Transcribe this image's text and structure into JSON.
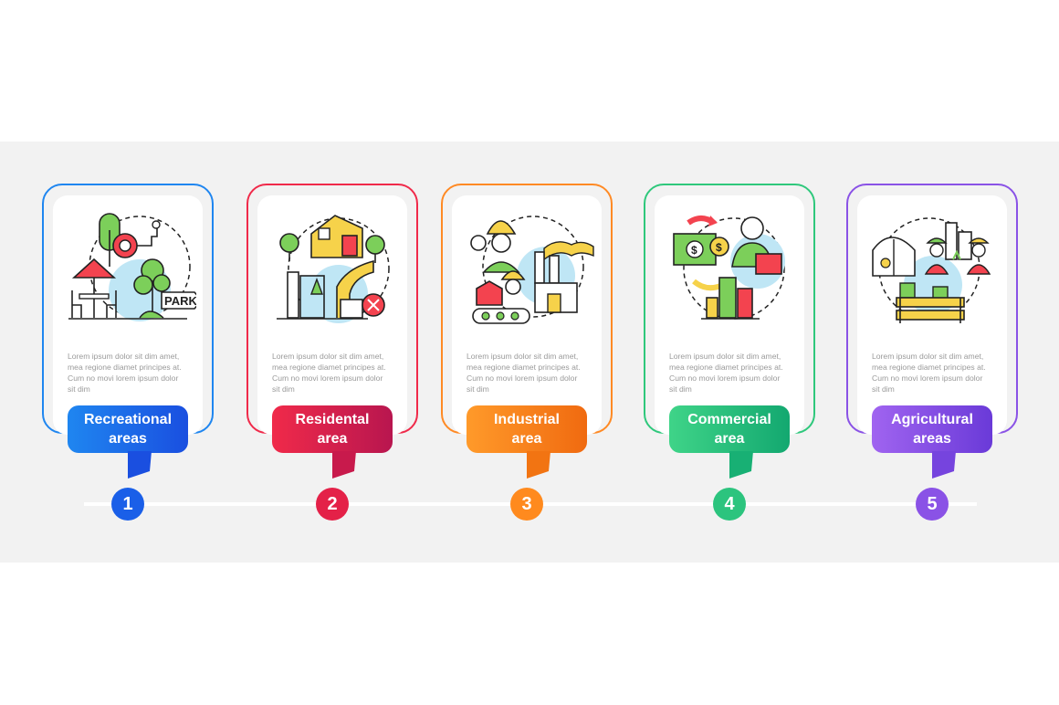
{
  "steps": [
    {
      "number": "1",
      "title_line1": "Recreational",
      "title_line2": "areas",
      "description": "Lorem ipsum dolor sit dim amet, mea regione diamet principes at. Cum no movi lorem ipsum dolor sit dim",
      "sign_text": "PARK",
      "icon": "recreational-park-icon",
      "color_start": "#1f86f0",
      "color_end": "#1a4fe0"
    },
    {
      "number": "2",
      "title_line1": "Residental",
      "title_line2": "area",
      "description": "Lorem ipsum dolor sit dim amet, mea regione diamet principes at. Cum no movi lorem ipsum dolor sit dim",
      "icon": "residential-houses-icon",
      "color_start": "#f02a4a",
      "color_end": "#b8164f"
    },
    {
      "number": "3",
      "title_line1": "Industrial",
      "title_line2": "area",
      "description": "Lorem ipsum dolor sit dim amet, mea regione diamet principes at. Cum no movi lorem ipsum dolor sit dim",
      "icon": "industrial-factory-icon",
      "color_start": "#ff9a2a",
      "color_end": "#f06a10"
    },
    {
      "number": "4",
      "title_line1": "Commercial",
      "title_line2": "area",
      "description": "Lorem ipsum dolor sit dim amet, mea regione diamet principes at. Cum no movi lorem ipsum dolor sit dim",
      "icon": "commercial-business-icon",
      "color_start": "#3fd488",
      "color_end": "#13a870"
    },
    {
      "number": "5",
      "title_line1": "Agricultural",
      "title_line2": "areas",
      "description": "Lorem ipsum dolor sit dim amet, mea regione diamet principes at. Cum no movi lorem ipsum dolor sit dim",
      "icon": "agricultural-farm-icon",
      "color_start": "#a064f0",
      "color_end": "#6a3ad8"
    }
  ]
}
